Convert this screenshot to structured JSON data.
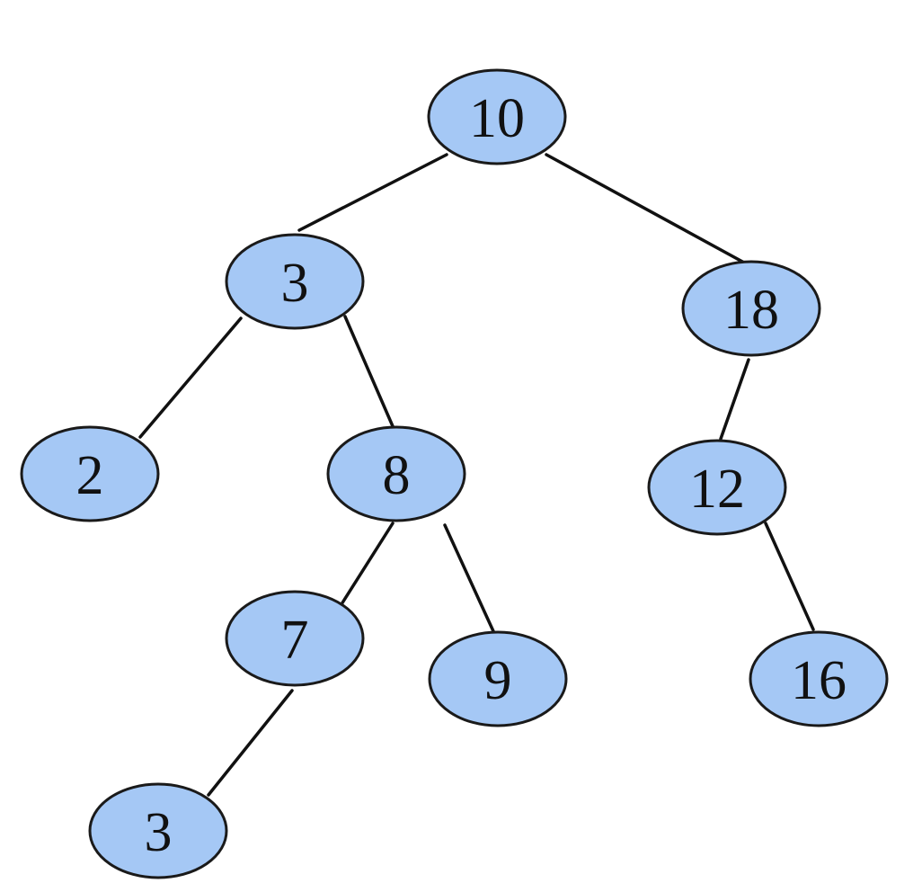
{
  "tree": {
    "colors": {
      "node_fill": "#a5c8f5",
      "node_stroke": "#1a1a1a",
      "edge": "#111111",
      "text": "#111111"
    },
    "nodes": [
      {
        "id": "n10",
        "label": "10"
      },
      {
        "id": "n3a",
        "label": "3"
      },
      {
        "id": "n18",
        "label": "18"
      },
      {
        "id": "n2",
        "label": "2"
      },
      {
        "id": "n8",
        "label": "8"
      },
      {
        "id": "n12",
        "label": "12"
      },
      {
        "id": "n7",
        "label": "7"
      },
      {
        "id": "n9",
        "label": "9"
      },
      {
        "id": "n16",
        "label": "16"
      },
      {
        "id": "n3b",
        "label": "3"
      }
    ],
    "edges": [
      {
        "from": "n10",
        "to": "n3a"
      },
      {
        "from": "n10",
        "to": "n18"
      },
      {
        "from": "n3a",
        "to": "n2"
      },
      {
        "from": "n3a",
        "to": "n8"
      },
      {
        "from": "n18",
        "to": "n12"
      },
      {
        "from": "n8",
        "to": "n7"
      },
      {
        "from": "n8",
        "to": "n9"
      },
      {
        "from": "n12",
        "to": "n16"
      },
      {
        "from": "n7",
        "to": "n3b"
      }
    ]
  }
}
